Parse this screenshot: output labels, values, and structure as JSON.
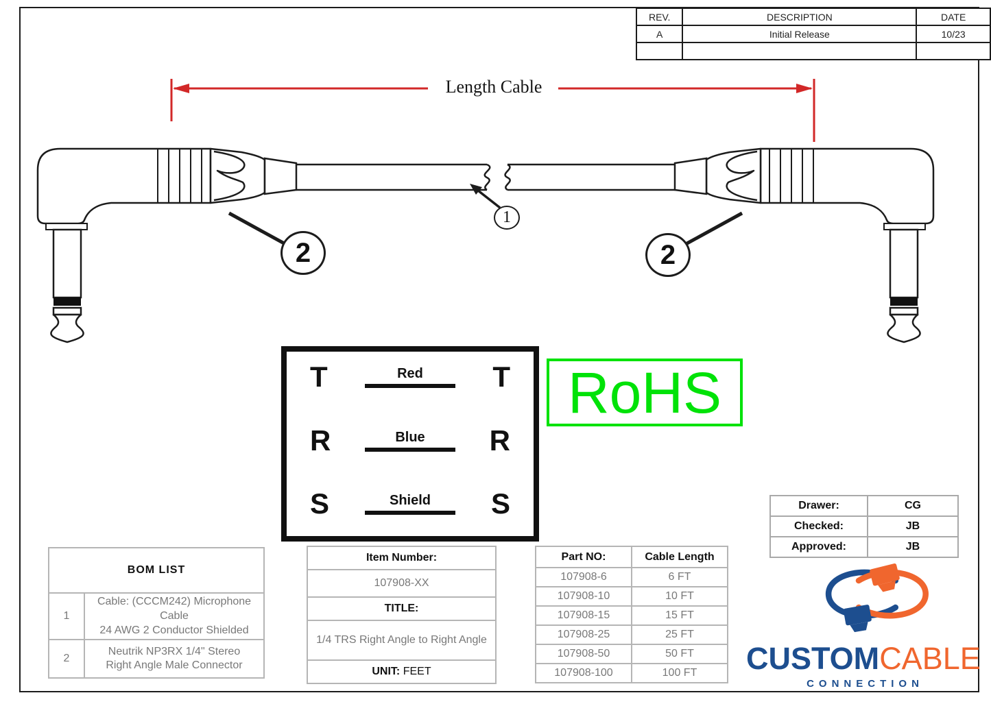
{
  "revision_table": {
    "headers": [
      "REV.",
      "DESCRIPTION",
      "DATE"
    ],
    "rows": [
      [
        "A",
        "Initial Release",
        "10/23"
      ],
      [
        "",
        "",
        ""
      ]
    ]
  },
  "dimension_label": "Length Cable",
  "callouts": {
    "cable": "1",
    "connector": "2"
  },
  "trs_box": {
    "rows": [
      {
        "left": "T",
        "wire": "Red",
        "right": "T"
      },
      {
        "left": "R",
        "wire": "Blue",
        "right": "R"
      },
      {
        "left": "S",
        "wire": "Shield",
        "right": "S"
      }
    ]
  },
  "rohs_label": "RoHS",
  "approval_table": {
    "rows": [
      {
        "label": "Drawer:",
        "value": "CG"
      },
      {
        "label": "Checked:",
        "value": "JB"
      },
      {
        "label": "Approved:",
        "value": "JB"
      }
    ]
  },
  "bom_list": {
    "title": "BOM LIST",
    "rows": [
      {
        "num": "1",
        "line1": "Cable: (CCCM242) Microphone Cable",
        "line2": "24 AWG 2 Conductor Shielded"
      },
      {
        "num": "2",
        "line1": "Neutrik NP3RX 1/4\" Stereo",
        "line2": "Right Angle Male Connector"
      }
    ]
  },
  "item_block": {
    "item_number_label": "Item Number:",
    "item_number": "107908-XX",
    "title_label": "TITLE:",
    "title": "1/4 TRS Right Angle to Right Angle",
    "unit_label": "UNIT:",
    "unit": " FEET"
  },
  "part_table": {
    "headers": [
      "Part NO:",
      "Cable Length"
    ],
    "rows": [
      [
        "107908-6",
        "6 FT"
      ],
      [
        "107908-10",
        "10 FT"
      ],
      [
        "107908-15",
        "15 FT"
      ],
      [
        "107908-25",
        "25 FT"
      ],
      [
        "107908-50",
        "50 FT"
      ],
      [
        "107908-100",
        "100 FT"
      ]
    ]
  },
  "logo": {
    "custom": "CUSTOM",
    "cable": "CABLE",
    "connection": "CONNECTION"
  },
  "colors": {
    "dimension_red": "#d22828",
    "rohs_green": "#00e208",
    "logo_blue": "#1d4e8f",
    "logo_orange": "#f0662e"
  }
}
